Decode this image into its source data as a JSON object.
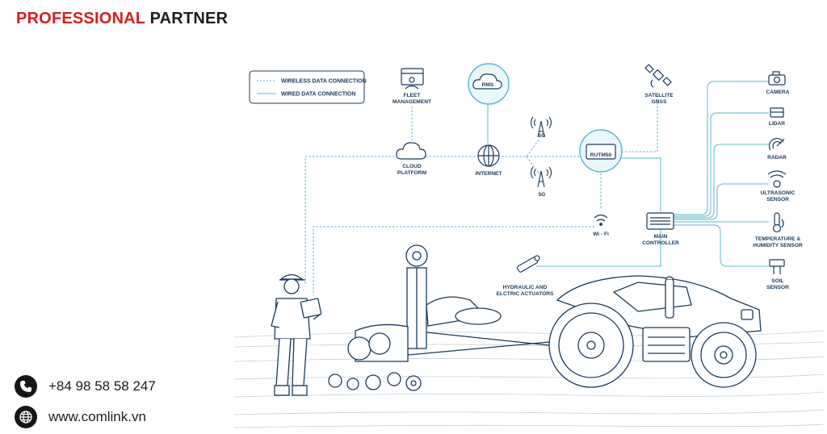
{
  "brand": {
    "primary": "PROFESSIONAL",
    "secondary": "PARTNER"
  },
  "contact": {
    "phone": "+84 98 58 58 247",
    "website": "www.comlink.vn"
  },
  "legend": {
    "wireless": "WIRELESS DATA CONNECTION",
    "wired": "WIRED DATA CONNECTION"
  },
  "nodes": {
    "fleet": [
      "FLEET",
      "MANAGEMENT"
    ],
    "rms": "RMS",
    "satellite": [
      "SATELLITE",
      "GNSS"
    ],
    "cloud": [
      "CLOUD",
      "PLATFORM"
    ],
    "internet": "INTERNET",
    "g5_top": "5G",
    "g5_bottom": "5G",
    "router": "RUTM50",
    "wifi": "Wi - Fi",
    "controller": [
      "MAIN",
      "CONTROLLER"
    ],
    "actuators": [
      "HYDRAULIC AND",
      "ELCTRIC ACTUATORS"
    ]
  },
  "sensors": {
    "camera": [
      "CAMERA"
    ],
    "lidar": [
      "LIDAR"
    ],
    "radar": [
      "RADAR"
    ],
    "ultrasonic": [
      "ULTRASONIC",
      "SENSOR"
    ],
    "temperature": [
      "TEMPERATURE &",
      "HUMIDITY SENSOR"
    ],
    "soil": [
      "SOIL",
      "SENSOR"
    ]
  },
  "colors": {
    "brand_red": "#d81e1e",
    "line": "#5bb8d0",
    "ink": "#1b3a5c"
  },
  "icons": [
    "phone-icon",
    "globe-icon",
    "fleet-icon",
    "rms-cloud-icon",
    "satellite-icon",
    "cloud-icon",
    "globe-internet-icon",
    "antenna-icon",
    "router-icon",
    "wifi-icon",
    "controller-icon",
    "actuator-icon",
    "camera-icon",
    "lidar-icon",
    "radar-icon",
    "ultrasonic-icon",
    "thermometer-icon",
    "soil-sensor-icon",
    "tractor-icon",
    "farmer-icon"
  ]
}
